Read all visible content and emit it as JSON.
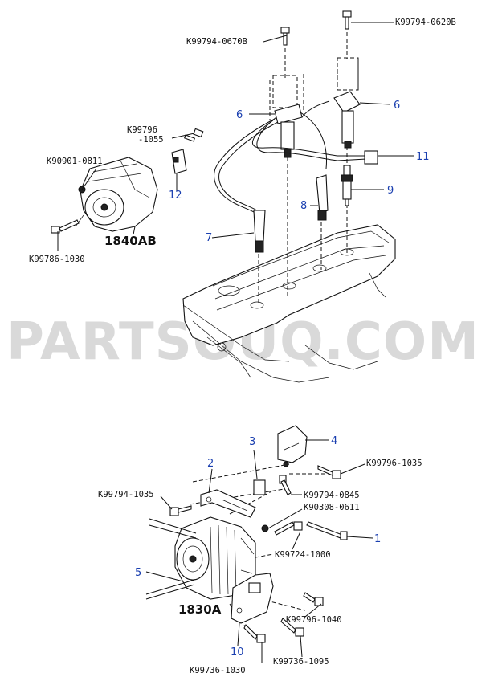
{
  "watermark": "PARTSOUQ.COM",
  "top_section": {
    "ref_code": "1840AB",
    "part_numbers": {
      "bolt_top_right": "K99794-0620B",
      "bolt_top_center": "K99794-0670B",
      "bolt_bracket_line1": "K99796",
      "bolt_bracket_line2": "-1055",
      "nut_starter": "K90901-0811",
      "bolt_starter": "K99786-1030"
    },
    "callouts": {
      "coil_left": "6",
      "coil_right": "6",
      "wire_harness": "11",
      "spark_plug": "9",
      "plug_boot": "8",
      "plug_wire": "7",
      "bracket": "12"
    }
  },
  "bottom_section": {
    "ref_code": "1830A",
    "part_numbers": {
      "bolt_cover": "K99796-1035",
      "bolt_upper_left": "K99794-1035",
      "bolt_mid": "K99794-0845",
      "nut_mid": "K90308-0611",
      "bolt_adjust": "K99724-1000",
      "bolt_lower_right": "K99796-1040",
      "bolt_lower_mid": "K99736-1095",
      "bolt_bottom": "K99736-1030"
    },
    "callouts": {
      "bolt_long": "1",
      "adjust_bar": "2",
      "spacer": "3",
      "cover": "4",
      "belt": "5",
      "bracket": "10"
    }
  }
}
